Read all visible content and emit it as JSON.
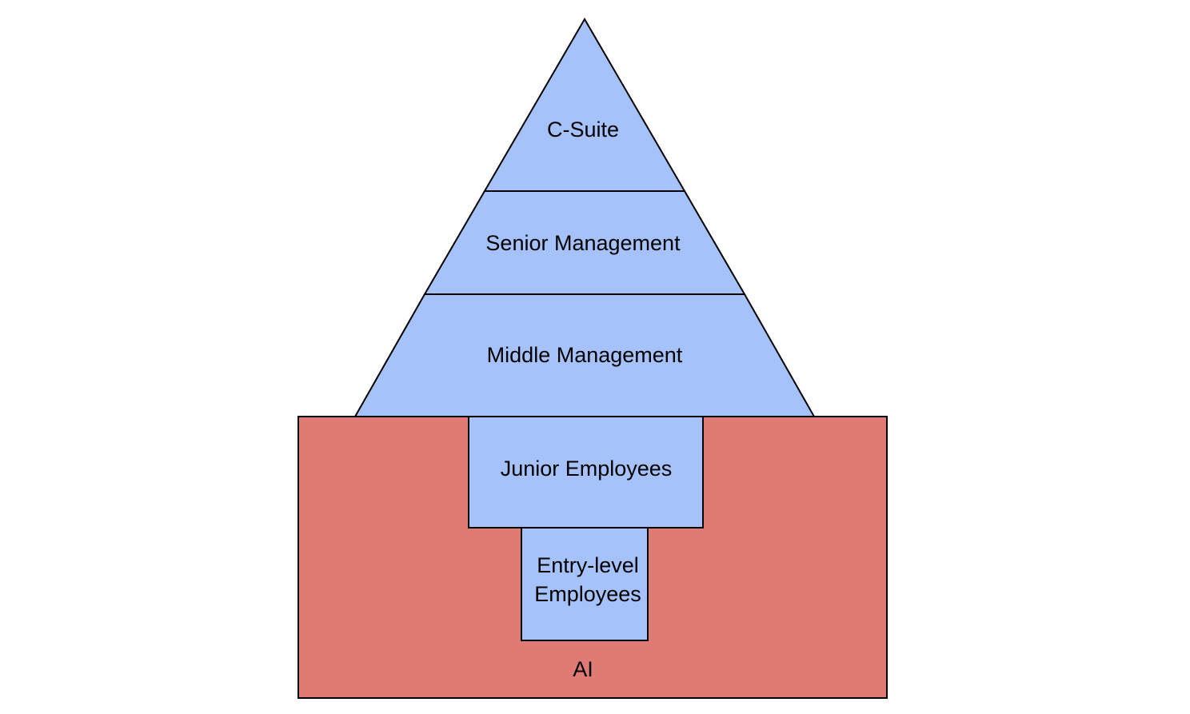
{
  "diagram": {
    "levels": {
      "c_suite": "C-Suite",
      "senior_management": "Senior Management",
      "middle_management": "Middle Management",
      "junior_employees": "Junior Employees",
      "entry_level_line1": "Entry-level",
      "entry_level_line2": "Employees"
    },
    "base_label": "AI"
  },
  "colors": {
    "pyramid_fill": "#a6c2fa",
    "ai_fill": "#e07a75",
    "stroke": "#000000",
    "background": "#ffffff"
  }
}
